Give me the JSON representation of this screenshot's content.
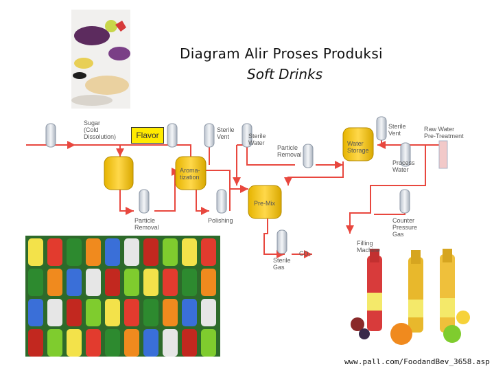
{
  "title": {
    "line1": "Diagram Alir Proses Produksi",
    "line2": "Soft Drinks"
  },
  "labels": {
    "sugar": "Sugar\n(Cold\nDissolution)",
    "flavor": "Flavor",
    "sterile_vent_1": "Sterile\nVent",
    "sterile_water": "Sterile\nWater",
    "particle_removal_top": "Particle\nRemoval",
    "water_storage": "Water\nStorage",
    "sterile_vent_2": "Sterile\nVent",
    "raw_water": "Raw Water\nPre-Treatment",
    "process_water": "Process\nWater",
    "aromatization": "Aroma-\ntization",
    "pre_mix": "Pre-Mix",
    "particle_removal_bottom": "Particle\nRemoval",
    "polishing": "Polishing",
    "counter_pressure": "Counter\nPressure\nGas",
    "co2": "CO₂",
    "sterile_gas": "Sterile\nGas",
    "filling_machine": "Filling\nMachine"
  },
  "footer": "www.pall.com/FoodandBev_3658.asp",
  "colors": {
    "flow_line": "#e8473e",
    "tank": "#f2c200",
    "filter": "#d8dde4",
    "flavor_box": "#ffeb00"
  }
}
